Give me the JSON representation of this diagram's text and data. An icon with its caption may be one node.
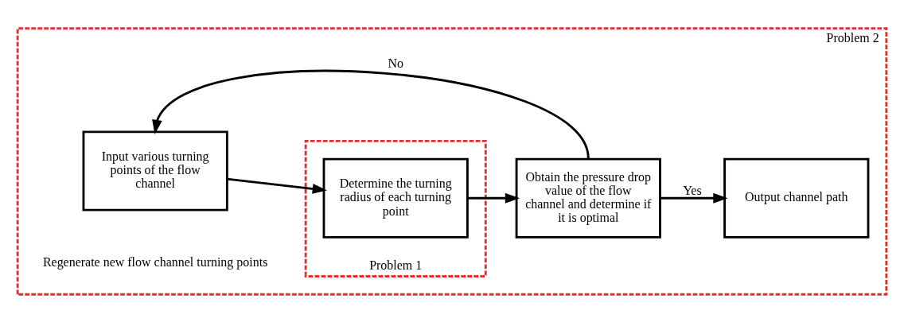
{
  "diagram": {
    "nodes": [
      {
        "text": [
          "Problem 2"
        ]
      },
      {
        "text": [
          "Input various turning points of the flow channel"
        ],
        "in": 0
      },
      {
        "text": [
          "Problem 1"
        ],
        "in": 0
      },
      {
        "text": [
          "Determine the turning radius of each turning point"
        ],
        "in": 2
      },
      {
        "text": [
          "Obtain the pressure drop value of the flow channel and determine if it is optimal"
        ],
        "in": 0
      },
      {
        "text": [
          "Output channel path"
        ],
        "in": 0
      }
    ],
    "edges": [
      {
        "from": 1,
        "to": 3,
        "arrow": "to"
      },
      {
        "from": 3,
        "to": 4,
        "arrow": "to"
      },
      {
        "from": 4,
        "to": 5,
        "arrow": "to",
        "label": "Yes"
      },
      {
        "from": 4,
        "to": 1,
        "arrow": "to",
        "label": "No"
      }
    ],
    "labels": [
      "Regenerate new flow channel turning points"
    ]
  }
}
